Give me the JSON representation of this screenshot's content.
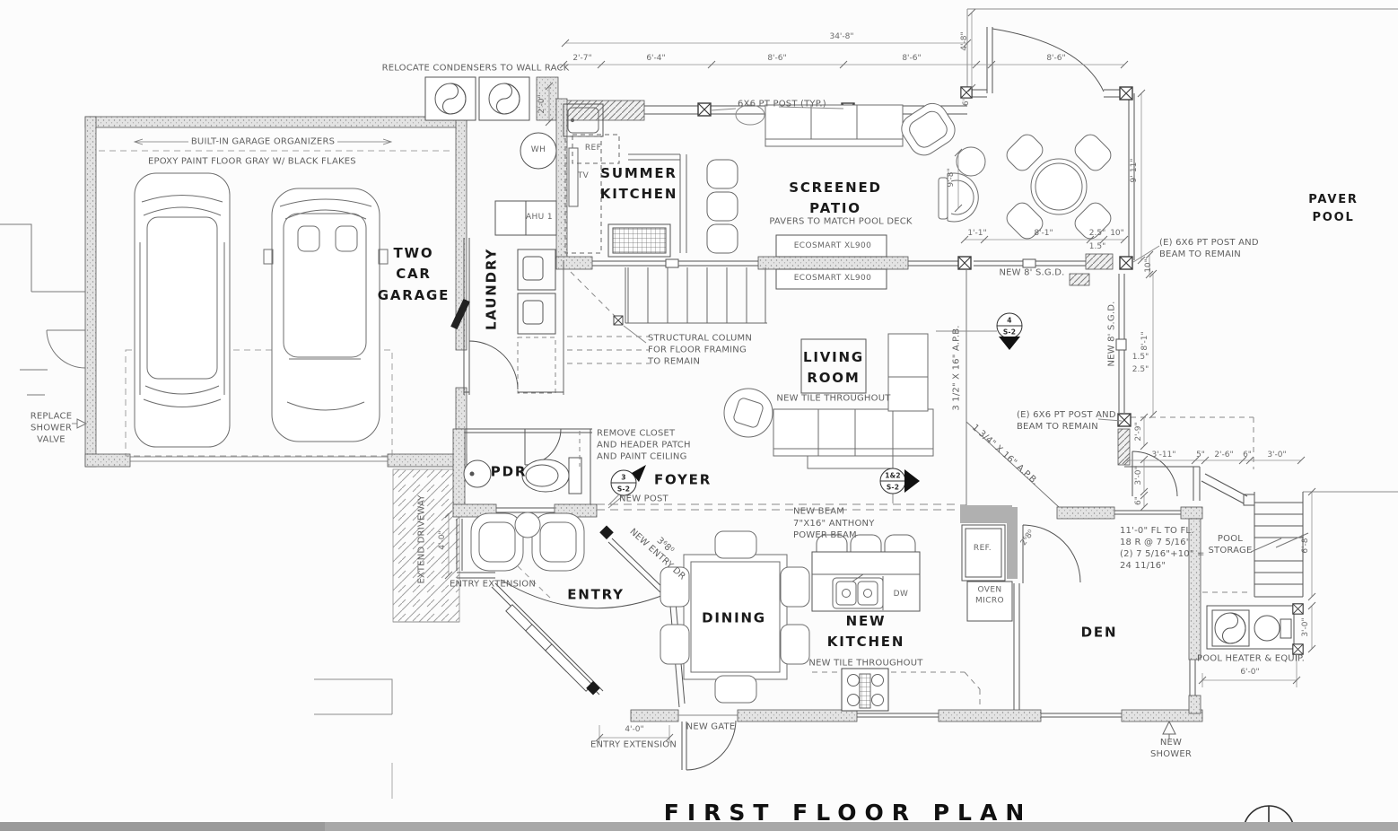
{
  "title": "FIRST FLOOR PLAN",
  "rooms": {
    "garage": {
      "name": "TWO\nCAR\nGARAGE",
      "organizers_note": "BUILT-IN GARAGE ORGANIZERS",
      "floor_note": "EPOXY PAINT FLOOR GRAY W/ BLACK FLAKES"
    },
    "laundry": {
      "name": "LAUNDRY"
    },
    "summer_kitchen": {
      "name": "SUMMER\nKITCHEN"
    },
    "screened_patio": {
      "name": "SCREENED\nPATIO",
      "note": "PAVERS TO MATCH POOL DECK"
    },
    "living_room": {
      "name": "LIVING\nROOM",
      "note": "NEW TILE THROUGHOUT"
    },
    "paver_pool": {
      "name": "PAVER\nPOOL"
    },
    "pdr": {
      "name": "PDR"
    },
    "foyer": {
      "name": "FOYER"
    },
    "entry": {
      "name": "ENTRY"
    },
    "dining": {
      "name": "DINING"
    },
    "new_kitchen": {
      "name": "NEW\nKITCHEN",
      "note": "NEW TILE THROUGHOUT"
    },
    "den": {
      "name": "DEN"
    },
    "pool_storage": {
      "name": "POOL\nSTORAGE"
    }
  },
  "equipment": {
    "water_heater": "WH",
    "ahu": "AHU 1",
    "summer_ref": "REF",
    "summer_tv": "TV",
    "kitchen_ref": "REF.",
    "oven_micro": "OVEN\nMICRO",
    "dishwasher": "DW",
    "fireplace_upper": "ECOSMART XL900",
    "fireplace_lower": "ECOSMART XL900",
    "pool_heater": "POOL HEATER & EQUIP."
  },
  "annotations": {
    "relocate_condensers": "RELOCATE CONDENSERS TO WALL RACK",
    "post_typical": "6X6 PT POST (TYP.)",
    "e_post_north": "(E) 6X6 PT POST AND\nBEAM TO REMAIN",
    "e_post_east": "(E) 6X6 PT POST AND\nBEAM TO REMAIN",
    "new_sgd_north": "NEW 8' S.G.D.",
    "new_sgd_east": "NEW 8' S.G.D.",
    "structural_column": "STRUCTURAL COLUMN\nFOR FLOOR FRAMING\nTO REMAIN",
    "remove_closet": "REMOVE CLOSET\nAND HEADER PATCH\nAND PAINT CEILING",
    "new_post": "NEW POST",
    "new_beam": "NEW BEAM",
    "power_beam": "7\"X16\" ANTHONY\nPOWER BEAM",
    "apb_main": "3 1/2\" X 16\" A.P.B.",
    "apb_diag": "1 3/4\" X 16\" A.P.B.",
    "replace_shower_valve": "REPLACE\nSHOWER\nVALVE",
    "extend_driveway": "EXTEND DRIVEWAY",
    "entry_extension_side": "ENTRY EXTENSION",
    "entry_extension_bottom": "ENTRY EXTENSION",
    "new_entry_door": "3⁶8⁰\nNEW ENTRY DR",
    "den_door_size": "2⁶8⁰",
    "new_gate": "NEW GATE",
    "new_shower": "NEW\nSHOWER",
    "stair_calc": "11'-0\" FL TO FL.\n18 R @ 7 5/16\"\n(2) 7 5/16\"+10\" =\n24 11/16\""
  },
  "dimensions": {
    "overall_top": "34'-8\"",
    "top_1": "2'-7\"",
    "top_2": "6'-4\"",
    "top_3": "8'-6\"",
    "top_4": "8'-6\"",
    "top_5": "8'-6\"",
    "patio_door": "4'-8\"",
    "condenser_offset": "2'-0\"",
    "patio_east": "9'-11\"",
    "patio_chair": "9'-8\"",
    "post_offset_top": "6\"",
    "sgd_a": "1'-1\"",
    "sgd_b": "8'-1\"",
    "sgd_c": "2.5\"",
    "sgd_d": "1.5\"",
    "sgd_e": "10\"",
    "east_post": "10\"",
    "east_sgd": "8'-1\"",
    "east_sgd_b": "1.5\"",
    "east_sgd_c": "2.5\"",
    "east_1": "2'-9\"",
    "east_2": "3'-0\"",
    "east_3": "6\"",
    "storage_1": "3'-11\"",
    "storage_2": "5\"",
    "storage_3": "2'-6\"",
    "storage_4": "6\"",
    "storage_5": "3'-0\"",
    "storage_stair": "6'-8\"",
    "heater_h": "3'-0\"",
    "heater_w": "6'-0\"",
    "driveway_ext": "4'-0\"",
    "entry_ext": "4'-0\""
  },
  "markers": {
    "s4": {
      "num": "4",
      "sheet": "S-2"
    },
    "s12": {
      "num": "1&2",
      "sheet": "S-2"
    },
    "s3": {
      "num": "3",
      "sheet": "S-2"
    }
  }
}
